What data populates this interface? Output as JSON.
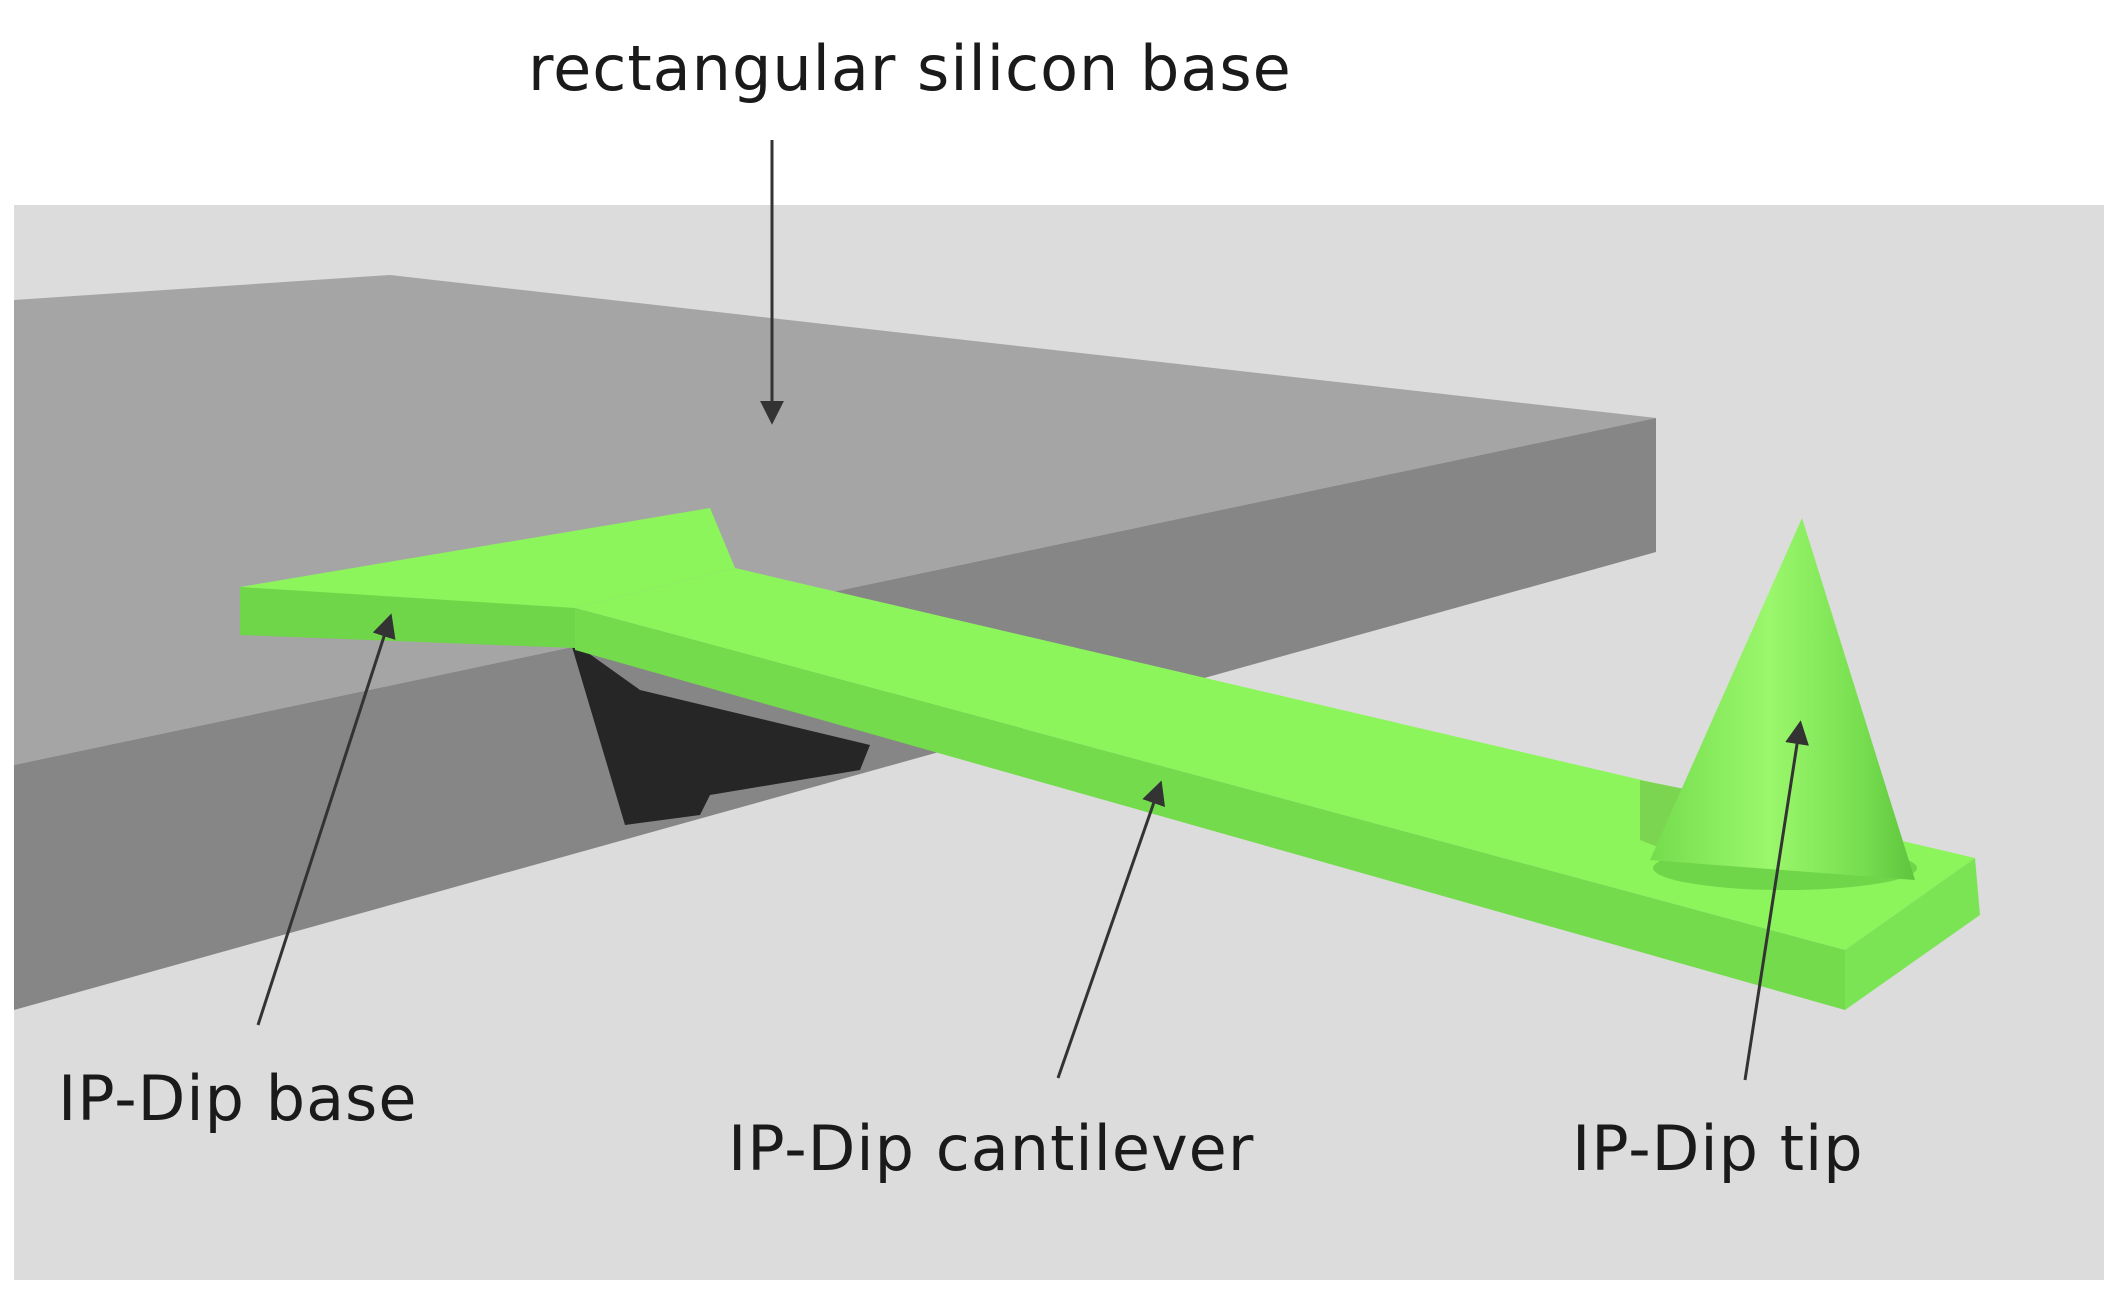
{
  "labels": {
    "silicon_base": "rectangular silicon base",
    "ipdip_base": "IP-Dip base",
    "ipdip_cantilever": "IP-Dip cantilever",
    "ipdip_tip": "IP-Dip tip"
  },
  "colors": {
    "background_panel": "#dcdcdc",
    "silicon_top": "#a5a5a5",
    "silicon_front": "#878787",
    "silicon_side": "#7b7b7b",
    "shadow": "#262626",
    "green_top": "#8cf55c",
    "green_side": "#6fd64a",
    "green_cone_light": "#97f768",
    "green_cone_dark": "#5fc43e",
    "arrow": "#333333"
  }
}
